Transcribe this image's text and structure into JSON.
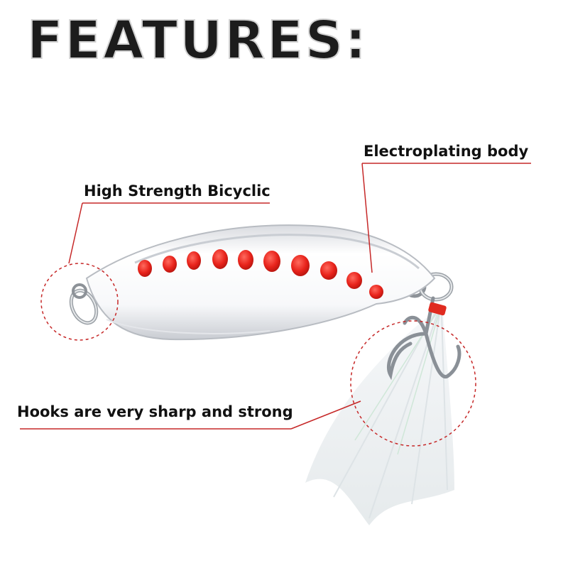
{
  "title": "FEATURES:",
  "callouts": {
    "electroplating": "Electroplating body",
    "bicyclic": "High Strength Bicyclic",
    "hooks": "Hooks are very sharp and strong"
  },
  "colors": {
    "callout_line": "#c62828",
    "dots": "#e8231b",
    "title_fill": "#1c1c1c"
  }
}
